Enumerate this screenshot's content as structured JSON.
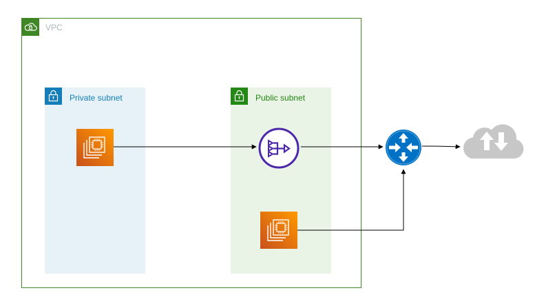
{
  "vpc": {
    "label": "VPC",
    "icon": "cloud-lock-icon",
    "color": "#3f8624"
  },
  "subnets": {
    "private": {
      "label": "Private subnet",
      "icon": "lock-icon",
      "color": "#147eba",
      "fill": "#e6f2f8"
    },
    "public": {
      "label": "Public subnet",
      "icon": "lock-icon",
      "color": "#248814",
      "fill": "#e9f3e6"
    }
  },
  "nodes": {
    "private_instance": {
      "icon": "ec2-instance-icon"
    },
    "nat_gateway": {
      "icon": "nat-gateway-icon",
      "color": "#4d27aa"
    },
    "public_instance": {
      "icon": "ec2-instance-icon"
    },
    "router": {
      "icon": "router-icon",
      "color": "#0072c6"
    },
    "internet": {
      "icon": "internet-cloud-icon",
      "color": "#c7c7c7"
    }
  },
  "connections": [
    {
      "from": "private_instance",
      "to": "nat_gateway"
    },
    {
      "from": "nat_gateway",
      "to": "router"
    },
    {
      "from": "public_instance",
      "to": "router"
    },
    {
      "from": "router",
      "to": "internet"
    }
  ]
}
